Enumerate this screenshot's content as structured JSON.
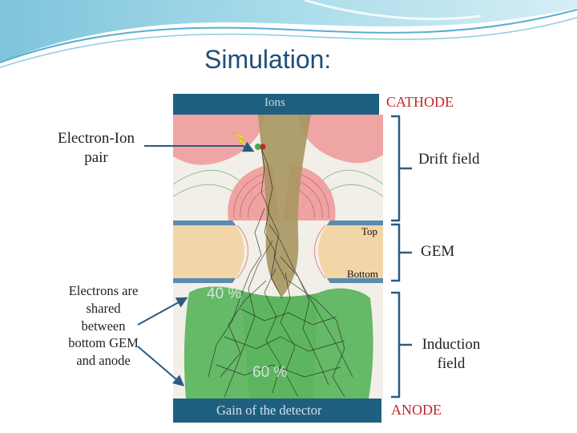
{
  "slide": {
    "title": "Simulation:"
  },
  "diagram": {
    "top_bar_label": "Ions",
    "cathode_label": "CATHODE",
    "drift_field_label": "Drift field",
    "gem_label": "GEM",
    "top_label": "Top",
    "bottom_label": "Bottom",
    "induction_field_label": "Induction field",
    "anode_label": "ANODE",
    "bottom_bar_label": "Gain of the detector",
    "electron_ion_pair_label": "Electron-Ion pair",
    "electrons_shared_label": "Electrons are shared between bottom GEM and anode",
    "upper_percent": "40 %",
    "lower_percent": "60 %"
  },
  "colors": {
    "title": "#1f4e79",
    "bar": "#1f5f7f",
    "cathode_anode_text": "#c0282d",
    "arrow": "#2a5a82",
    "electron_green": "#3cb04a",
    "ion_red": "#c0282d"
  }
}
